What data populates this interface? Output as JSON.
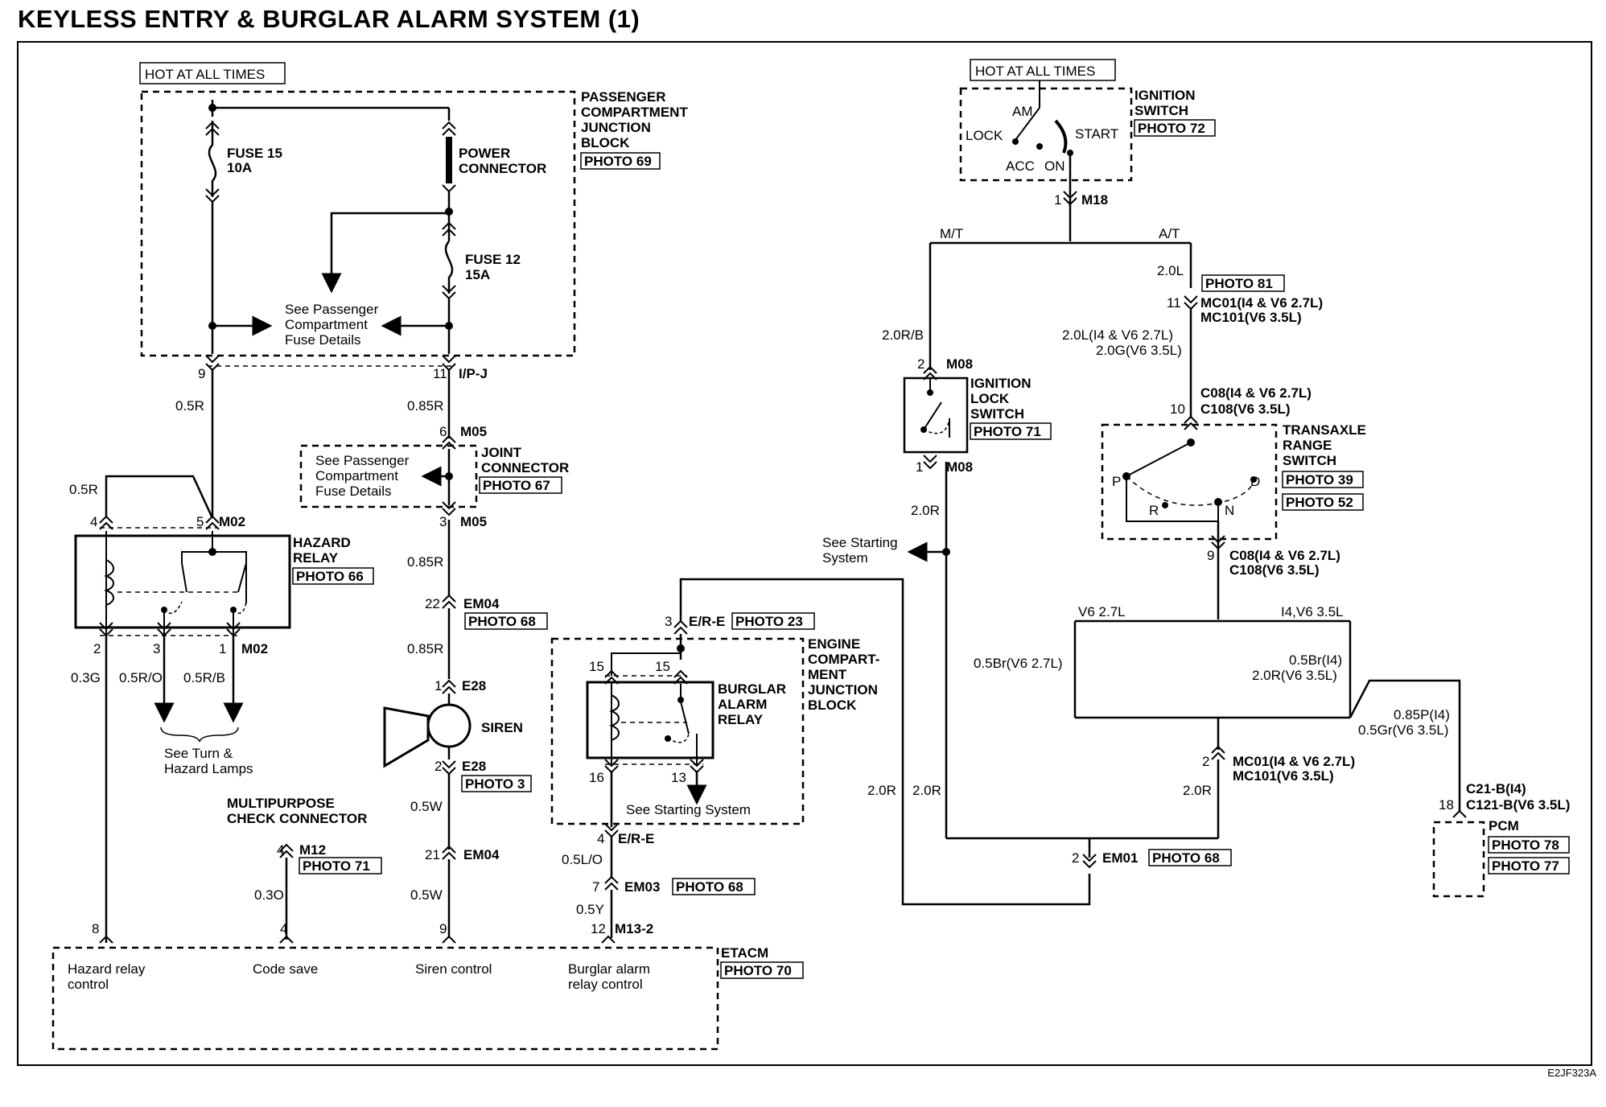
{
  "title": "KEYLESS ENTRY & BURGLAR ALARM SYSTEM (1)",
  "footer_code": "E2JF323A",
  "labels": {
    "hot1": "HOT AT ALL TIMES",
    "hot2": "HOT AT ALL TIMES",
    "pcjb": [
      "PASSENGER",
      "COMPARTMENT",
      "JUNCTION",
      "BLOCK"
    ],
    "photo69": "PHOTO 69",
    "fuse15": [
      "FUSE 15",
      "10A"
    ],
    "power_conn": [
      "POWER",
      "CONNECTOR"
    ],
    "fuse12": [
      "FUSE 12",
      "15A"
    ],
    "see_pcfd": [
      "See Passenger",
      "Compartment",
      "Fuse Details"
    ],
    "pin9": "9",
    "pin11": "11",
    "ipj": "I/P-J",
    "w_05r_a": "0.5R",
    "w_085r_a": "0.85R",
    "pin6": "6",
    "m05_a": "M05",
    "joint_conn": [
      "JOINT",
      "CONNECTOR"
    ],
    "photo67": "PHOTO 67",
    "see_pcfd2": [
      "See Passenger",
      "Compartment",
      "Fuse Details"
    ],
    "w_05r_b": "0.5R",
    "pin4_hr": "4",
    "pin5_hr": "5",
    "m02_a": "M02",
    "pin3_m05": "3",
    "m05_b": "M05",
    "hazard_relay": [
      "HAZARD",
      "RELAY"
    ],
    "photo66": "PHOTO 66",
    "w_085r_b": "0.85R",
    "pin22": "22",
    "em04_a": "EM04",
    "photo68_a": "PHOTO 68",
    "pin2_hr": "2",
    "pin3_hr": "3",
    "pin1_hr": "1",
    "m02_b": "M02",
    "w_03g": "0.3G",
    "w_05ro": "0.5R/O",
    "w_05rb": "0.5R/B",
    "w_085r_c": "0.85R",
    "pin1_e28": "1",
    "e28_a": "E28",
    "see_turn": [
      "See Turn &",
      "Hazard Lamps"
    ],
    "siren": "SIREN",
    "pin2_e28": "2",
    "e28_b": "E28",
    "photo3": "PHOTO 3",
    "mpcc": [
      "MULTIPURPOSE",
      "CHECK CONNECTOR"
    ],
    "w_05w_a": "0.5W",
    "pin4_m12": "4",
    "m12": "M12",
    "photo71_a": "PHOTO 71",
    "pin21": "21",
    "em04_b": "EM04",
    "w_03o": "0.3O",
    "w_05w_b": "0.5W",
    "pin8_et": "8",
    "pin4_et": "4",
    "pin9_et": "9",
    "pin12_et": "12",
    "m13_2": "M13-2",
    "etacm": "ETACM",
    "photo70": "PHOTO 70",
    "et_hazard": [
      "Hazard relay",
      "control"
    ],
    "et_code": "Code save",
    "et_siren": "Siren control",
    "et_burglar": [
      "Burglar alarm",
      "relay control"
    ],
    "pin3_ere": "3",
    "ere_a": "E/R-E",
    "photo23": "PHOTO 23",
    "ecjb": [
      "ENGINE",
      "COMPART-",
      "MENT",
      "JUNCTION",
      "BLOCK"
    ],
    "pin15a": "15",
    "pin15b": "15",
    "burglar_relay": [
      "BURGLAR",
      "ALARM",
      "RELAY"
    ],
    "pin16": "16",
    "pin13": "13",
    "see_starting_a": "See Starting System",
    "pin4_ere": "4",
    "ere_b": "E/R-E",
    "w_05lo": "0.5L/O",
    "pin7": "7",
    "em03": "EM03",
    "photo68_b": "PHOTO 68",
    "w_05y": "0.5Y",
    "ign_switch": [
      "IGNITION",
      "SWITCH"
    ],
    "photo72": "PHOTO 72",
    "am": "AM",
    "lock": "LOCK",
    "start": "START",
    "acc": "ACC",
    "on": "ON",
    "pin1_m18": "1",
    "m18": "M18",
    "mt": "M/T",
    "at": "A/T",
    "w_20l": "2.0L",
    "photo81": "PHOTO 81",
    "pin11_mc01": "11",
    "mc01_a": "MC01(I4 & V6 2.7L)",
    "mc101_a": "MC101(V6 3.5L)",
    "w_20l_multi": [
      "2.0L(I4 & V6 2.7L)",
      "2.0G(V6 3.5L)"
    ],
    "w_20rb": "2.0R/B",
    "pin2_m08": "2",
    "m08_a": "M08",
    "ign_lock": [
      "IGNITION",
      "LOCK",
      "SWITCH"
    ],
    "photo71_b": "PHOTO 71",
    "pin1_m08": "1",
    "m08_b": "M08",
    "w_20r_a": "2.0R",
    "see_starting_b": [
      "See Starting",
      "System"
    ],
    "pin10": "10",
    "c08_a": "C08(I4 & V6 2.7L)",
    "c108_a": "C108(V6 3.5L)",
    "trs": [
      "TRANSAXLE",
      "RANGE",
      "SWITCH"
    ],
    "photo39": "PHOTO 39",
    "photo52": "PHOTO 52",
    "p": "P",
    "r": "R",
    "n": "N",
    "d": "D",
    "pin9_c08": "9",
    "c08_b": "C08(I4 & V6 2.7L)",
    "c108_b": "C108(V6 3.5L)",
    "v6_27l": "V6 2.7L",
    "i4_v6": "I4,V6 3.5L",
    "w_05br_a": "0.5Br(V6 2.7L)",
    "w_05br_b": [
      "0.5Br(I4)",
      "2.0R(V6 3.5L)"
    ],
    "w_085p": [
      "0.85P(I4)",
      "0.5Gr(V6 3.5L)"
    ],
    "pin2_mc01": "2",
    "mc01_b": "MC01(I4 & V6 2.7L)",
    "mc101_b": "MC101(V6 3.5L)",
    "w_20r_b": "2.0R",
    "w_20r_c": "2.0R",
    "w_20r_d": "2.0R",
    "c21b": "C21-B(I4)",
    "c121b": "C121-B(V6 3.5L)",
    "pin18": "18",
    "pcm": "PCM",
    "photo78": "PHOTO 78",
    "photo77": "PHOTO 77",
    "pin2_em01": "2",
    "em01": "EM01",
    "photo68_c": "PHOTO 68"
  }
}
